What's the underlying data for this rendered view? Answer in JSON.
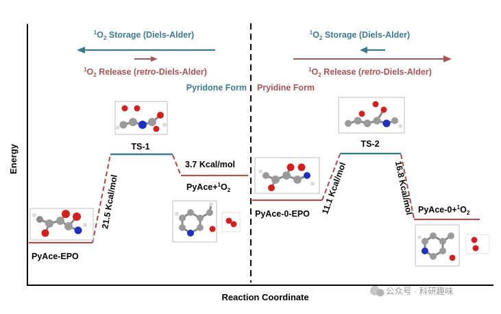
{
  "axes": {
    "y_label": "Energy",
    "x_label": "Reaction Coordinate"
  },
  "left_panel": {
    "storage_prefix": "1",
    "storage_o": "O",
    "storage_sub": "2",
    "storage_text": " Storage (Diels-Alder)",
    "release_prefix": "1",
    "release_o": "O",
    "release_sub": "2",
    "release_text1": " Release (",
    "release_italic": "retro",
    "release_text2": "-Diels-Alder)",
    "form_label": "Pyridone Form"
  },
  "right_panel": {
    "storage_prefix": "1",
    "storage_o": "O",
    "storage_sub": "2",
    "storage_text": " Storage (Diels-Alder)",
    "release_prefix": "1",
    "release_o": "O",
    "release_sub": "2",
    "release_text1": " Release (",
    "release_italic": "retro",
    "release_text2": "-Diels-Alder)",
    "form_label": "Pryidine Form"
  },
  "states": {
    "pyace_epo": "PyAce-EPO",
    "ts1": "TS-1",
    "pyace_o2_main": "PyAce+",
    "pyace_o2_sup": "1",
    "pyace_o2_o": "O",
    "pyace_o2_sub": "2",
    "pyace0_epo": "PyAce-0-EPO",
    "ts2": "TS-2",
    "pyace0_o2_main": "PyAce-0+",
    "pyace0_o2_sup": "1",
    "pyace0_o2_o": "O",
    "pyace0_o2_sub": "2"
  },
  "energies": {
    "barrier1": "21.5 Kcal/mol",
    "drop1": "3.7 Kcal/mol",
    "barrier2": "11.1 Kcal/mol",
    "drop2": "16.8 Kcal/mol"
  },
  "watermark": "公众号 · 科研趣味",
  "colors": {
    "teal": "#3d7a8f",
    "maroon": "#a55555",
    "axis": "#000000"
  }
}
